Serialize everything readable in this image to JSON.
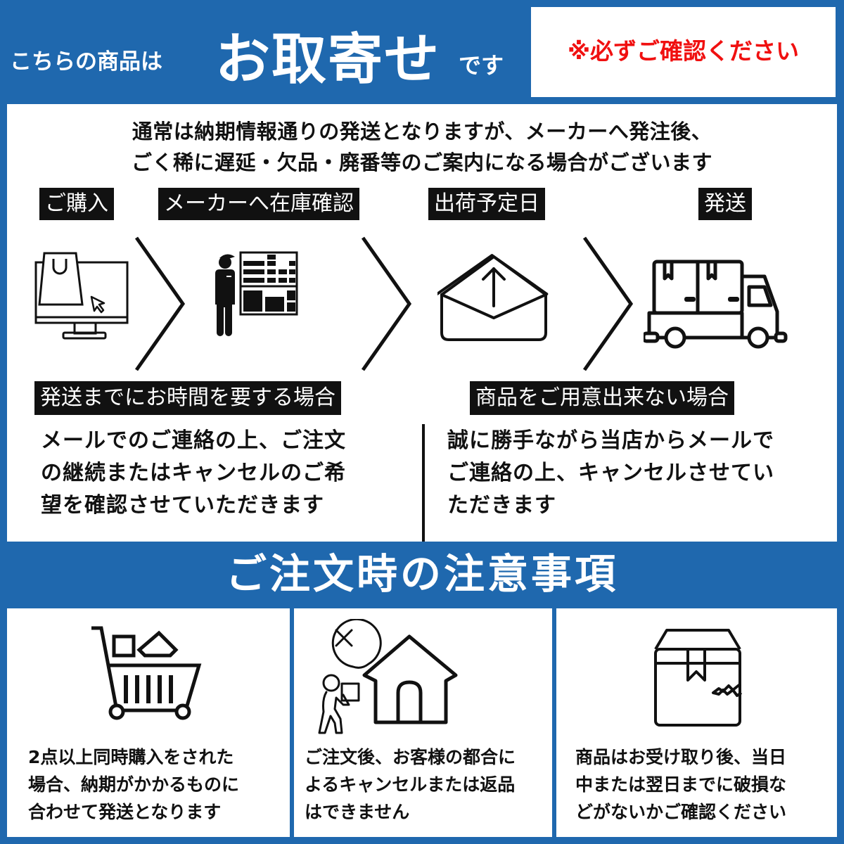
{
  "header": {
    "lead_text": "こちらの商品は",
    "headline": "お取寄せ",
    "tail_text": "です",
    "notice": "※必ずご確認ください",
    "notice_color": "#f01010",
    "background_color": "#1f68ae"
  },
  "intro": {
    "lines": [
      "通常は納期情報通りの発送となりますが、メーカーへ発注後、",
      "ごく稀に遅延・欠品・廃番等のご案内になる場合がございます"
    ]
  },
  "flow": {
    "steps": [
      {
        "label": "ご購入",
        "icon": "computer-shopping-bag-icon"
      },
      {
        "label": "メーカーへ在庫確認",
        "icon": "worker-stock-shelf-icon"
      },
      {
        "label": "出荷予定日",
        "icon": "envelope-upload-icon"
      },
      {
        "label": "発送",
        "icon": "delivery-truck-icon"
      }
    ],
    "separator_icon": "chevron-right-icon"
  },
  "cases": [
    {
      "label": "発送までにお時間を要する場合",
      "lines": [
        "メールでのご連絡の上、ご注文",
        "の継続またはキャンセルのご希",
        "望を確認させていただきます"
      ]
    },
    {
      "label": "商品をご用意出来ない場合",
      "lines": [
        "誠に勝手ながら当店からメールで",
        "ご連絡の上、キャンセルさせてい",
        "ただきます"
      ]
    }
  ],
  "notes_section": {
    "title": "ご注文時の注意事項",
    "cards": [
      {
        "icon": "shopping-cart-icon",
        "lines": [
          "2点以上同時購入をされた",
          "場合、納期がかかるものに",
          "合わせて発送となります"
        ]
      },
      {
        "icon": "no-return-icon",
        "lines": [
          "ご注文後、お客様の都合に",
          "よるキャンセルまたは返品",
          "はできません"
        ]
      },
      {
        "icon": "damaged-box-icon",
        "lines": [
          "商品はお受け取り後、当日",
          "中または翌日までに破損な",
          "どがないかご確認ください"
        ]
      }
    ]
  }
}
